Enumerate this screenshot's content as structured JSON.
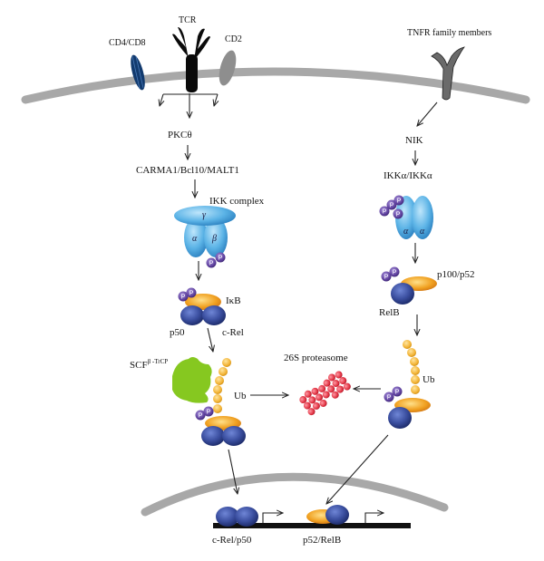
{
  "labels": {
    "tcr": "TCR",
    "cd4cd8": "CD4/CD8",
    "cd2": "CD2",
    "tnfr": "TNFR family members",
    "pkc": "PKCθ",
    "carma": "CARMA1/Bcl10/MALT1",
    "ikk_complex": "IKK complex",
    "nik": "NIK",
    "ikka": "IKKα/IKKα",
    "p100": "p100/p52",
    "relb": "RelB",
    "ikb": "IκB",
    "p50": "p50",
    "crel": "c-Rel",
    "scf": "SCF",
    "scf_sup": "β -TrCP",
    "ub_left": "Ub",
    "ub_right": "Ub",
    "proteasome": "26S proteasome",
    "dna_left": "c-Rel/p50",
    "dna_right": "p52/RelB",
    "gamma": "γ",
    "alpha_l": "α",
    "beta": "β",
    "alpha_r1": "α",
    "alpha_r2": "α",
    "p": "P"
  },
  "colors": {
    "membrane": "#a8a8a8",
    "tcr": "#0a0a0a",
    "cd4": "#123a6e",
    "cd2": "#8e8e8e",
    "tnfr": "#6a6a6a",
    "ikk": "#5bb3e6",
    "phospho": "#6b4fa8",
    "nfkb_blue": "#3b4fa0",
    "ikb_orange": "#f0a020",
    "ubiquitin": "#f2b233",
    "scf_green": "#86c820",
    "proteasome": "#e03040",
    "dna": "#111111"
  }
}
